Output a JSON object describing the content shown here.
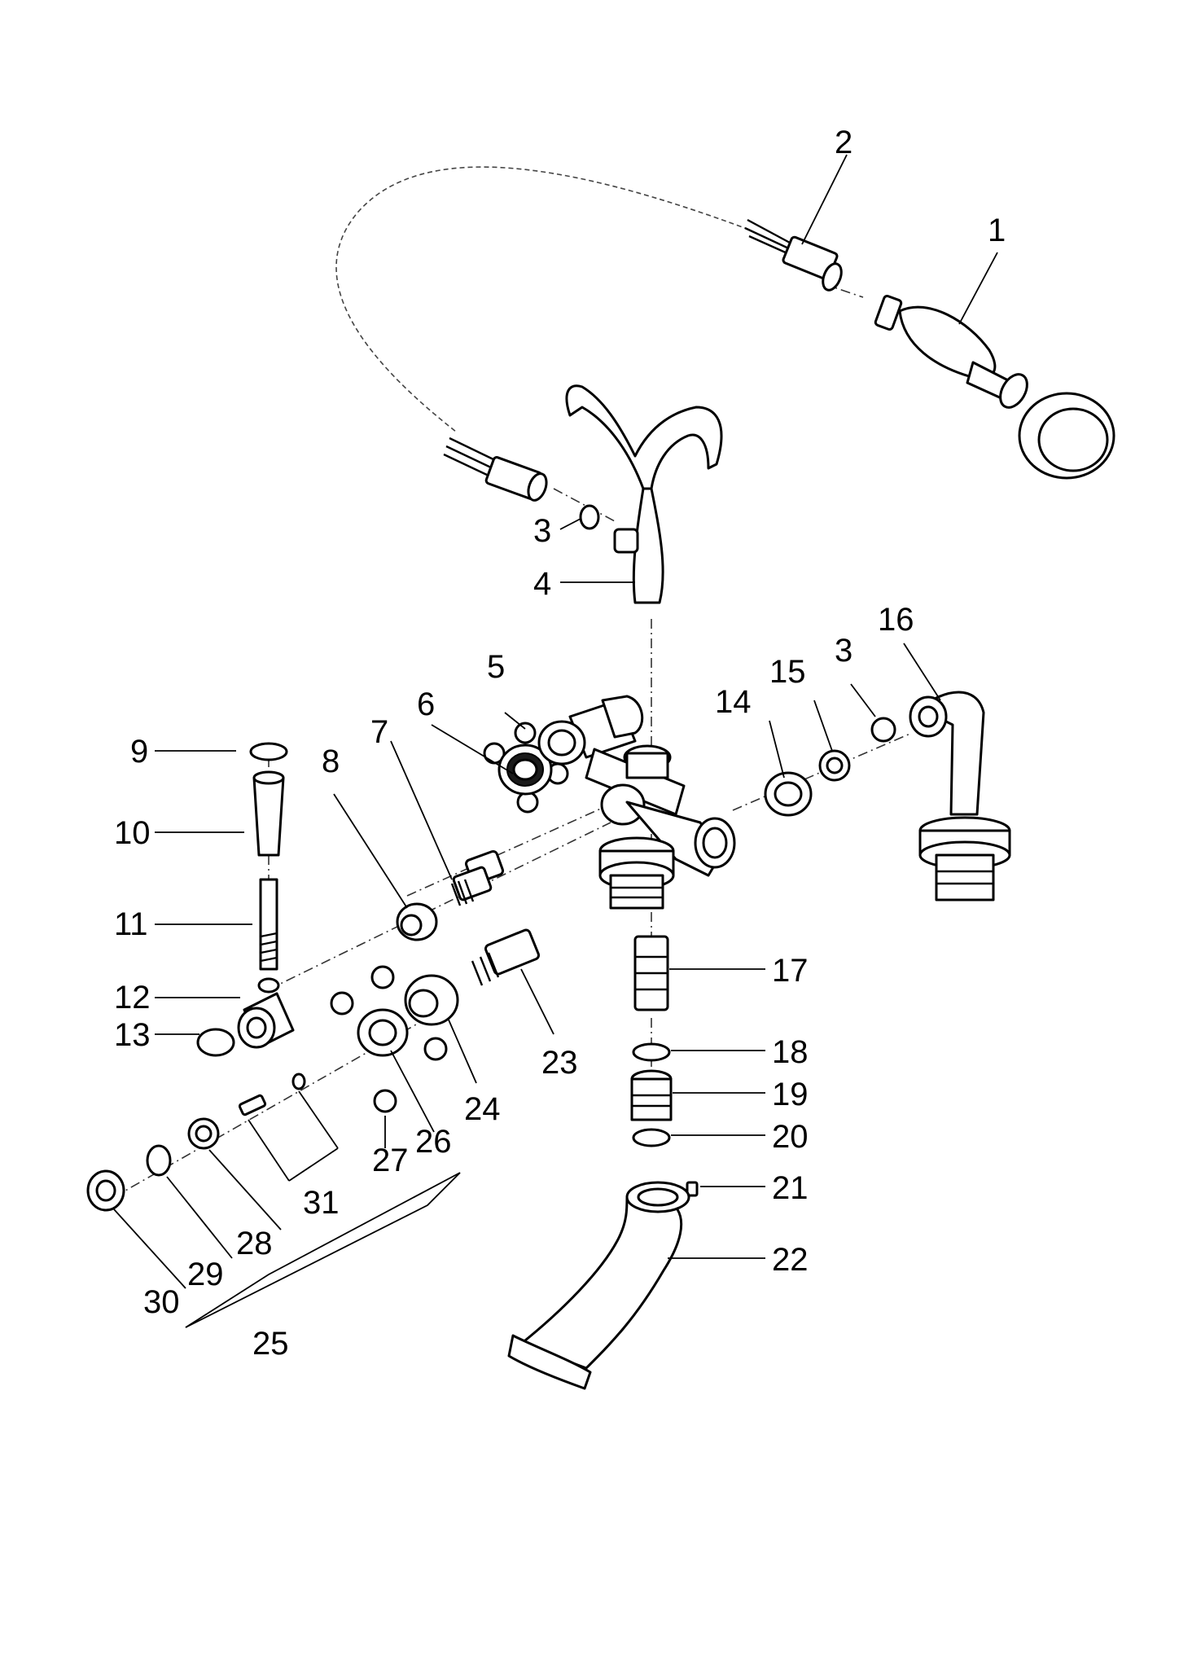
{
  "callouts": {
    "c1": "1",
    "c2": "2",
    "c3a": "3",
    "c3b": "3",
    "c4": "4",
    "c5": "5",
    "c6": "6",
    "c7": "7",
    "c8": "8",
    "c9": "9",
    "c10": "10",
    "c11": "11",
    "c12": "12",
    "c13": "13",
    "c14": "14",
    "c15": "15",
    "c16": "16",
    "c17": "17",
    "c18": "18",
    "c19": "19",
    "c20": "20",
    "c21": "21",
    "c22": "22",
    "c23": "23",
    "c24": "24",
    "c25": "25",
    "c26": "26",
    "c27": "27",
    "c28": "28",
    "c29": "29",
    "c30": "30",
    "c31": "31"
  }
}
